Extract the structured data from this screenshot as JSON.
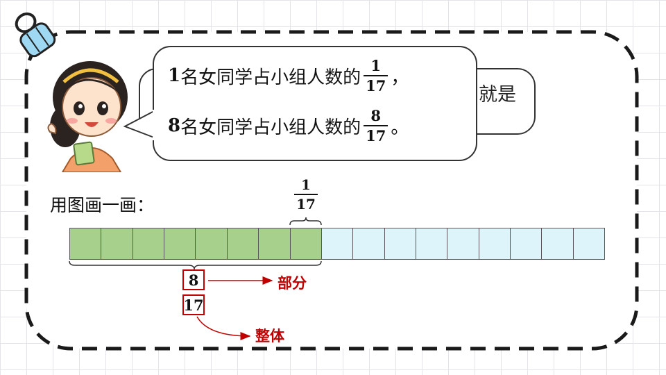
{
  "bubble_back": {
    "visible_text": "就是"
  },
  "bubble_front": {
    "line1": {
      "count": "1",
      "text": "名女同学占小组人数的",
      "fraction": {
        "numerator": "1",
        "denominator": "17"
      },
      "punct": "，"
    },
    "line2": {
      "count": "8",
      "text": "名女同学占小组人数的",
      "fraction": {
        "numerator": "8",
        "denominator": "17"
      },
      "punct": "。"
    }
  },
  "draw_label": "用图画一画：",
  "strip": {
    "total_parts": 17,
    "shaded_parts": 8,
    "shaded_color": "#a8d08d",
    "unshaded_color": "#ddf4fb"
  },
  "top_fraction": {
    "numerator": "1",
    "denominator": "17"
  },
  "boxed_fraction": {
    "numerator": "8",
    "denominator": "17"
  },
  "labels": {
    "part": "部分",
    "whole": "整体"
  },
  "colors": {
    "accent": "#c00000",
    "frame": "#222222"
  }
}
